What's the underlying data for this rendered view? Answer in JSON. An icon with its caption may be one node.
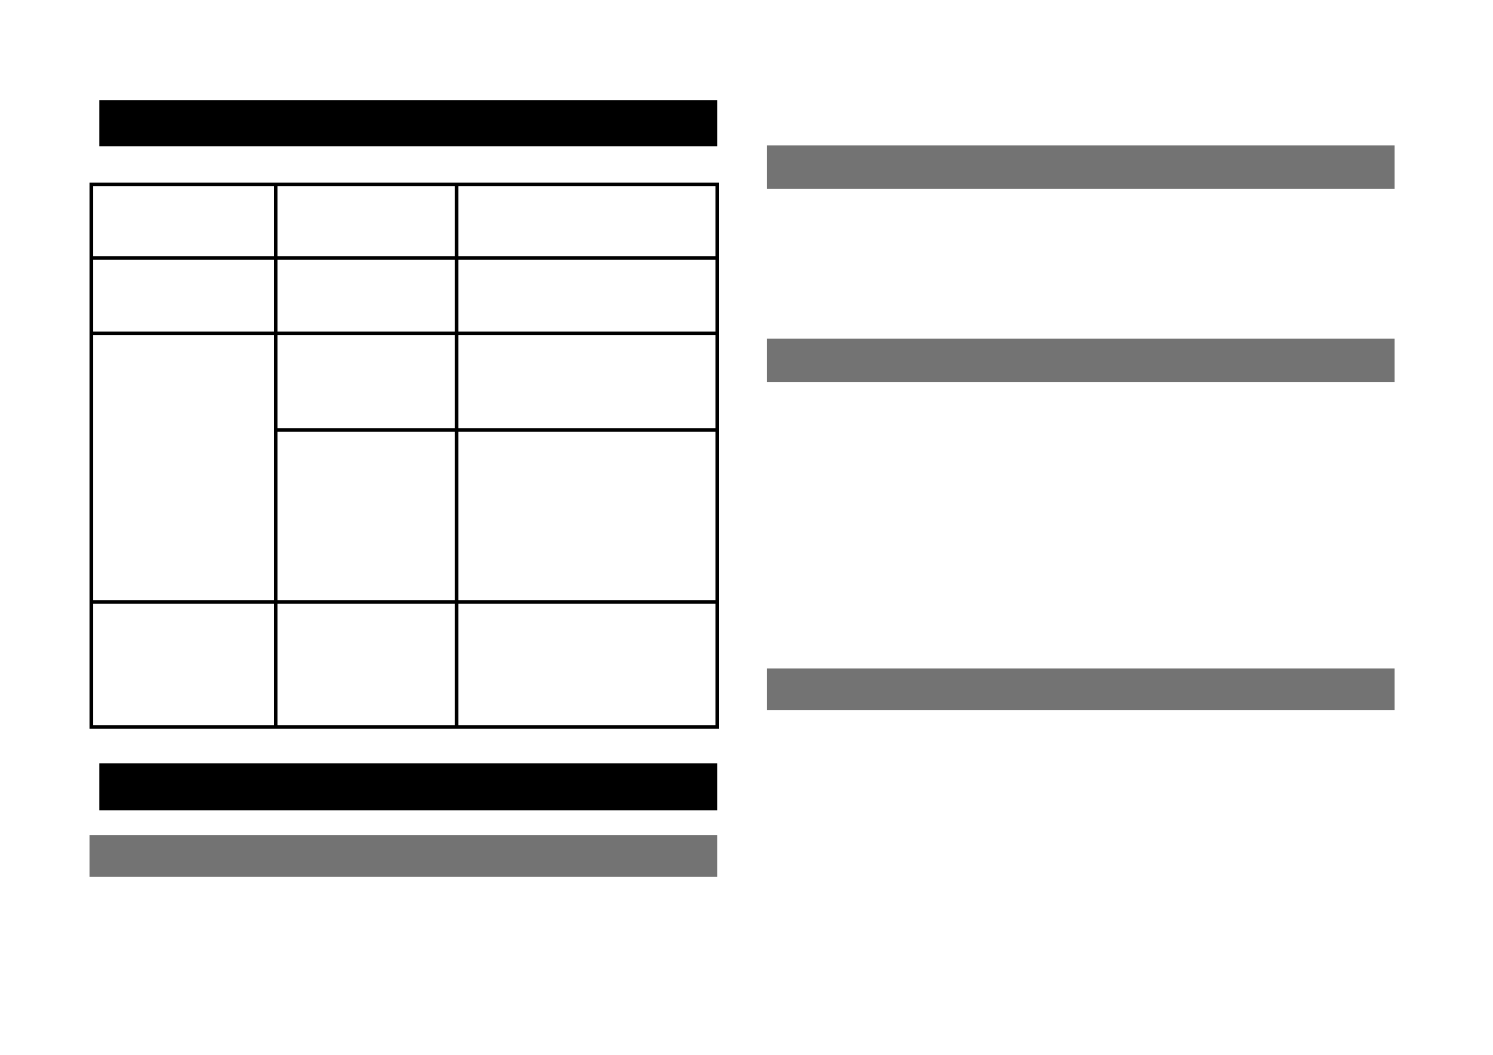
{
  "diagram": {
    "nodes": [
      {
        "text": [],
        "shape": "bar"
      },
      {
        "text": [],
        "shape": "box"
      },
      {
        "text": [],
        "shape": "box",
        "in": 1
      },
      {
        "text": [],
        "shape": "box",
        "in": 1
      },
      {
        "text": [],
        "shape": "box",
        "in": 1
      },
      {
        "text": [],
        "shape": "box",
        "in": 1
      },
      {
        "text": [],
        "shape": "box",
        "in": 1
      },
      {
        "text": [],
        "shape": "box",
        "in": 1
      },
      {
        "text": [],
        "shape": "box",
        "in": 1
      },
      {
        "text": [],
        "shape": "box",
        "in": 1
      },
      {
        "text": [],
        "shape": "box",
        "in": 1
      },
      {
        "text": [],
        "shape": "box",
        "in": 1
      },
      {
        "text": [],
        "shape": "box",
        "in": 1
      },
      {
        "text": [],
        "shape": "box",
        "in": 1
      },
      {
        "text": [],
        "shape": "box",
        "in": 1
      },
      {
        "text": [],
        "shape": "box",
        "in": 1
      },
      {
        "text": [],
        "shape": "bar"
      },
      {
        "text": [],
        "shape": "bar"
      },
      {
        "text": [],
        "shape": "bar"
      },
      {
        "text": [],
        "shape": "bar"
      },
      {
        "text": [],
        "shape": "bar"
      }
    ],
    "edges": []
  }
}
